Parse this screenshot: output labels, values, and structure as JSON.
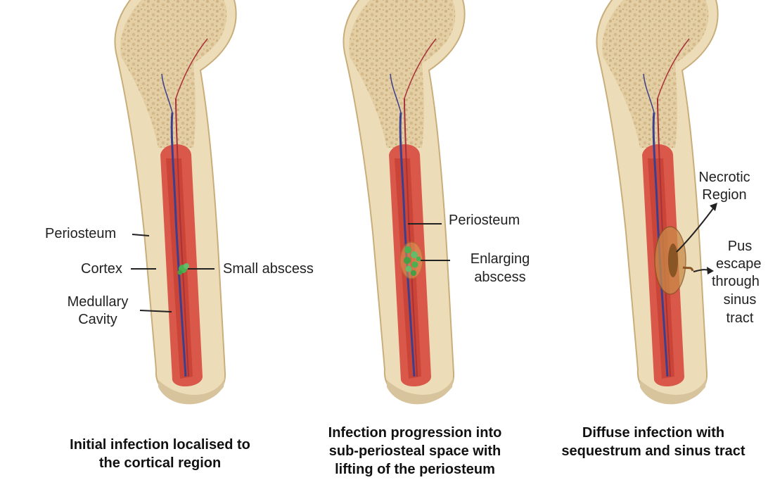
{
  "panels": [
    {
      "caption_lines": [
        "Initial infection localised to",
        "the cortical region"
      ],
      "labels": {
        "periosteum": "Periosteum",
        "cortex": "Cortex",
        "medullary_1": "Medullary",
        "medullary_2": "Cavity",
        "abscess": "Small abscess"
      }
    },
    {
      "caption_lines": [
        "Infection progression into",
        "sub-periosteal space with",
        "lifting of the periosteum"
      ],
      "labels": {
        "periosteum": "Periosteum",
        "abscess_1": "Enlarging",
        "abscess_2": "abscess"
      }
    },
    {
      "caption_lines": [
        "Diffuse infection with",
        "sequestrum and sinus tract"
      ],
      "labels": {
        "necrotic_1": "Necrotic",
        "necrotic_2": "Region",
        "pus_1": "Pus",
        "pus_2": "escape",
        "pus_3": "through",
        "pus_4": "sinus",
        "pus_5": "tract"
      }
    }
  ],
  "colors": {
    "bone_outer": "#ecdcb8",
    "bone_spongy": "#d9c394",
    "bone_edge": "#c9ae7c",
    "marrow": "#d9584a",
    "marrow_dark": "#c0392b",
    "vessel_blue": "#3b3f8f",
    "vessel_red": "#a8323a",
    "abscess_green": "#4caf50",
    "necrotic_brown": "#b0763b",
    "label_line": "#222222"
  }
}
